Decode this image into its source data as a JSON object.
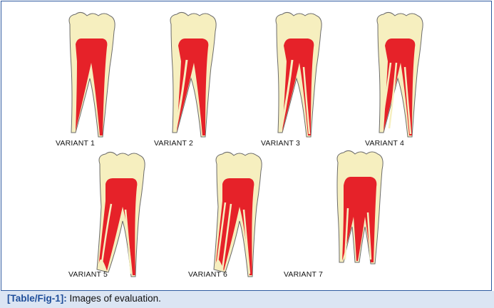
{
  "variants": [
    {
      "label": "VARIANT 1",
      "icon": "tooth-canal-variant-1-icon"
    },
    {
      "label": "VARIANT 2",
      "icon": "tooth-canal-variant-2-icon"
    },
    {
      "label": "VARIANT 3",
      "icon": "tooth-canal-variant-3-icon"
    },
    {
      "label": "VARIANT 4",
      "icon": "tooth-canal-variant-4-icon"
    },
    {
      "label": "VARIANT 5",
      "icon": "tooth-canal-variant-5-icon"
    },
    {
      "label": "VARIANT 6",
      "icon": "tooth-canal-variant-6-icon"
    },
    {
      "label": "VARIANT 7",
      "icon": "tooth-canal-variant-7-icon"
    }
  ],
  "caption": {
    "ref": "[Table/Fig-1]:",
    "text": " Images of evaluation."
  },
  "colors": {
    "tooth_fill": "#f6efbf",
    "tooth_stroke": "#6b6b6b",
    "canal": "#e62229",
    "frame_border": "#2e5aa0",
    "caption_bg": "#dbe5f3",
    "caption_ref": "#1f4e9a"
  }
}
